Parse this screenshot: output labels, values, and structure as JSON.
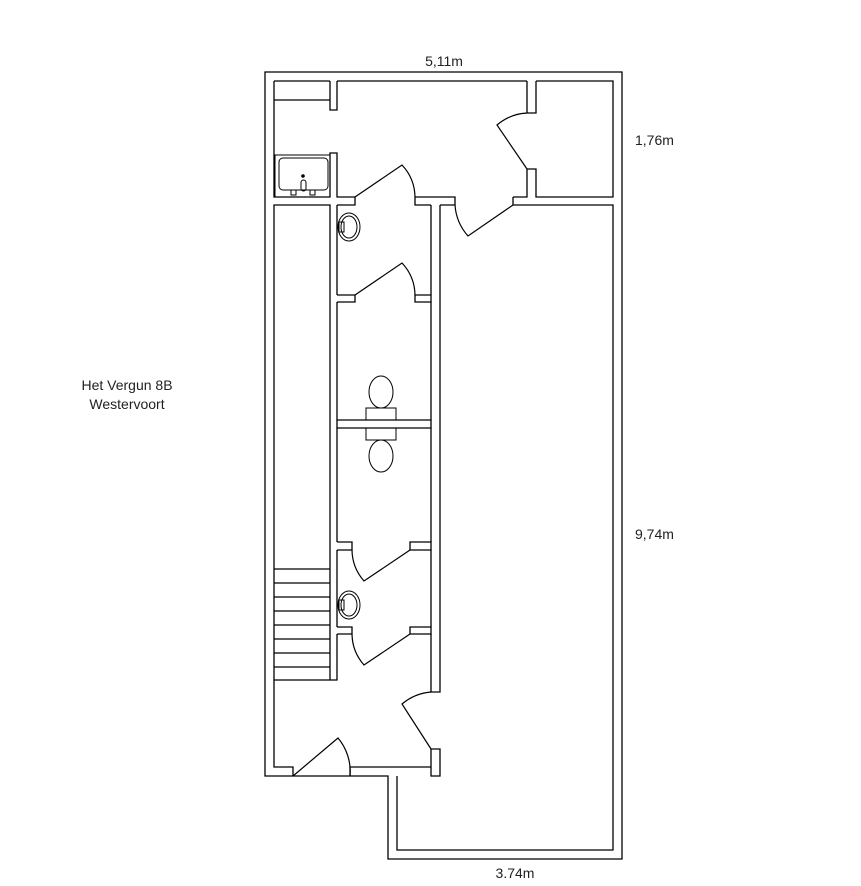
{
  "dimensions": {
    "top_width": "5,11m",
    "top_right_depth": "1,76m",
    "right_length": "9,74m",
    "bottom_width": "3.74m"
  },
  "address": {
    "line1": "Het Vergun 8B",
    "line2": "Westervoort"
  },
  "colors": {
    "line": "#000000",
    "background": "#ffffff"
  }
}
